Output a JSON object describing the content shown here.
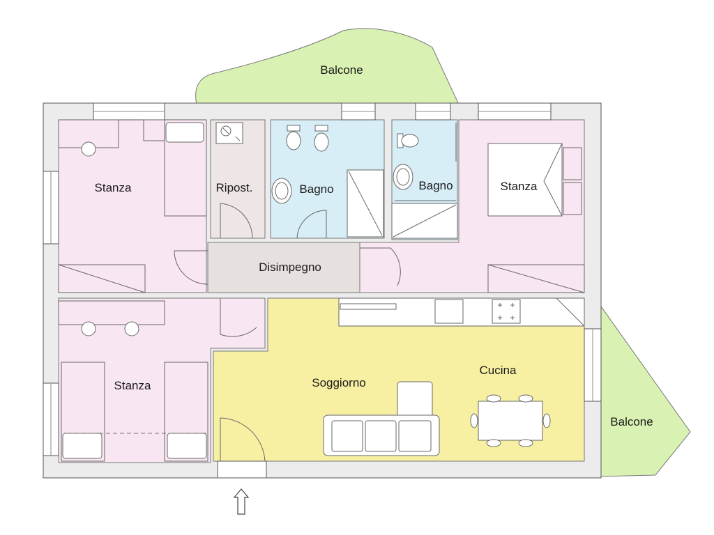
{
  "colors": {
    "balcony": "#d9f2b3",
    "bedroom": "#f9e6f3",
    "storage": "#ede6e4",
    "bathroom": "#d7eef7",
    "hallway": "#e6e0de",
    "living": "#f7f0a3",
    "wall": "#ececec"
  },
  "rooms": {
    "balcone_top": "Balcone",
    "stanza_top_left": "Stanza",
    "ripost": "Ripost.",
    "bagno_1": "Bagno",
    "bagno_2": "Bagno",
    "stanza_top_right": "Stanza",
    "disimpegno": "Disimpegno",
    "stanza_bottom_left": "Stanza",
    "soggiorno": "Soggiorno",
    "cucina": "Cucina",
    "balcone_right": "Balcone"
  },
  "icons": {
    "entrance": "entrance-arrow-icon",
    "boiler": "boiler-icon"
  }
}
